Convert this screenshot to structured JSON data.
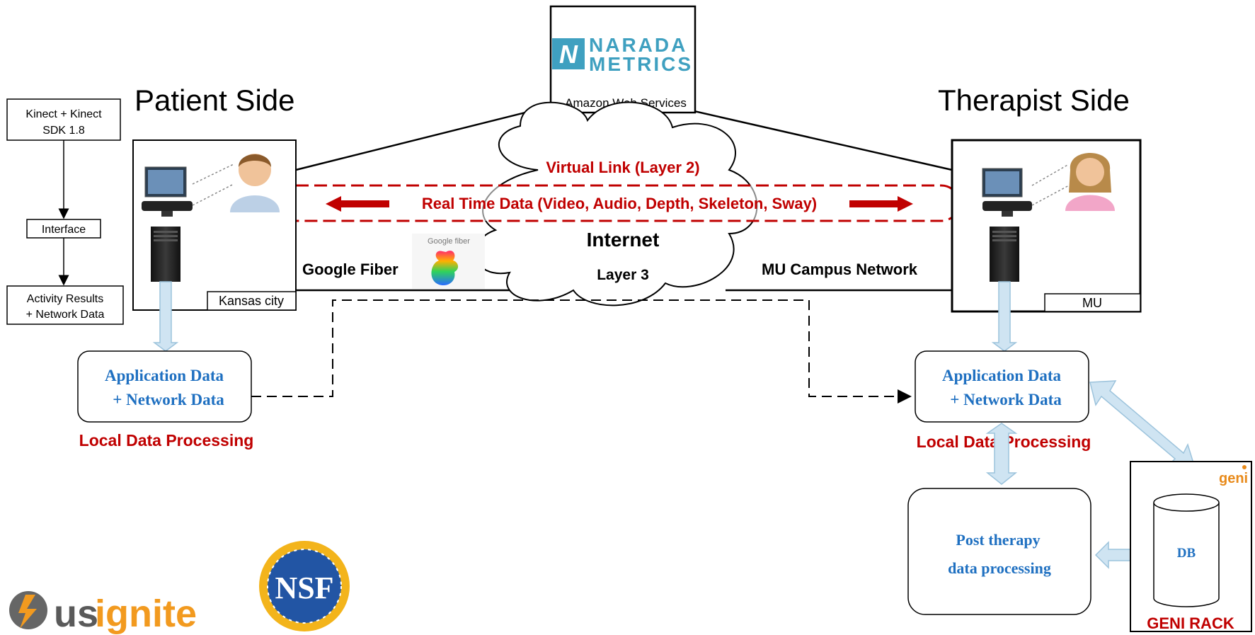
{
  "sides": {
    "patient": "Patient Side",
    "therapist": "Therapist Side"
  },
  "provider": {
    "logo_line1": "NARADA",
    "logo_line2": "METRICS",
    "caption": "Amazon Web Services"
  },
  "flow": {
    "step1_line1": "Kinect + Kinect",
    "step1_line2": "SDK 1.8",
    "step2": "Interface",
    "step3_line1": "Activity Results",
    "step3_line2": "+ Network Data"
  },
  "sites": {
    "patient_location": "Kansas city",
    "therapist_location": "MU"
  },
  "network": {
    "virtual_link": "Virtual Link (Layer 2)",
    "realtime": "Real Time Data (Video, Audio, Depth, Skeleton, Sway)",
    "internet": "Internet",
    "layer3": "Layer 3",
    "left_isp": "Google Fiber",
    "right_isp": "MU Campus Network",
    "google_fiber_logo": "Google fiber"
  },
  "local": {
    "app_line1": "Application Data",
    "app_line2": "+ Network Data",
    "processing": "Local Data Processing"
  },
  "post": {
    "line1": "Post therapy",
    "line2": "data processing"
  },
  "geni": {
    "db": "DB",
    "rack": "GENI RACK",
    "logo": "geni"
  },
  "sponsors": {
    "usignite_us": "us",
    "usignite_ignite": "ignite",
    "nsf": "NSF"
  },
  "colors": {
    "accent_red": "#c00000",
    "blue_text": "#1f70c1",
    "arrow_fill": "#cfe4f2",
    "arrow_stroke": "#9cc3dc",
    "naradaTeal": "#3fa0c0"
  }
}
